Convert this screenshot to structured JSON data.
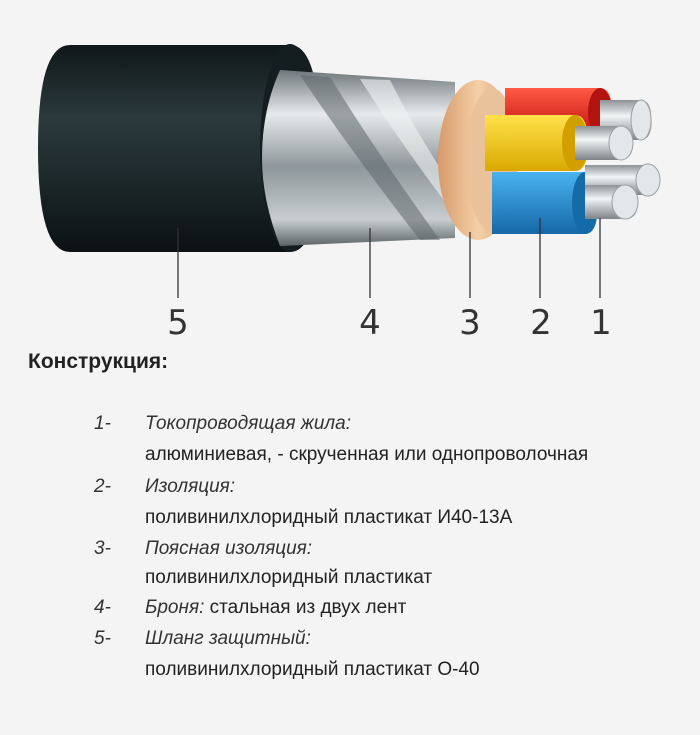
{
  "callouts": [
    "5",
    "4",
    "3",
    "2",
    "1"
  ],
  "heading": "Конструкция:",
  "items": [
    {
      "num": "1-",
      "term": "Токопроводящая жила:",
      "desc": "алюминиевая, - скрученная или однопроволочная"
    },
    {
      "num": "2-",
      "term": "Изоляция:",
      "desc": "поливинилхлоридный пластикат И40-13А"
    },
    {
      "num": "3-",
      "term": "Поясная изоляция:",
      "desc": "поливинилхлоридный пластикат"
    },
    {
      "num": "4-",
      "term": "Броня:",
      "desc": "стальная из двух лент"
    },
    {
      "num": "5-",
      "term": "Шланг защитный:",
      "desc": "поливинилхлоридный пластикат О-40"
    }
  ],
  "colors": {
    "sheath": "#1f2b2e",
    "armor": "#9aa2a6",
    "belt_insulation": "#e8b78a",
    "core_red": "#e8201c",
    "core_yellow": "#f5c800",
    "core_blue": "#1f8fd6",
    "conductor": "#cfd3d6"
  },
  "icons": [
    "cable-cross-section-illustration"
  ]
}
